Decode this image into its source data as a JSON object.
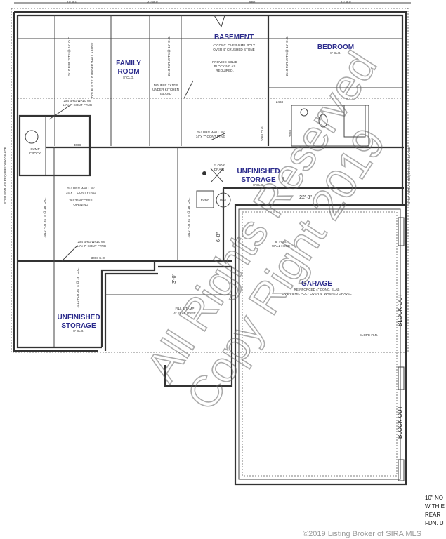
{
  "dimensions_top": [
    "3'0\"x6'0\"",
    "3'0\"x6'0\"",
    "3068",
    "3'0\"x6'0\""
  ],
  "rooms": {
    "basement": {
      "name": "BASEMENT",
      "notes": [
        "4\" CONC. OVER 6 MIL POLY",
        "OVER 4\" CRUSHED STONE"
      ]
    },
    "family_room": {
      "name1": "FAMILY",
      "name2": "ROOM",
      "ceiling": "8' CLG."
    },
    "bedroom": {
      "name": "BEDROOM",
      "ceiling": "8' CLG."
    },
    "unfinished_storage_center": {
      "name1": "UNFINISHED",
      "name2": "STORAGE",
      "ceiling": "8' CLG."
    },
    "unfinished_storage_left": {
      "name1": "UNFINISHED",
      "name2": "STORAGE",
      "ceiling": "8' CLG."
    },
    "garage": {
      "name": "GARAGE",
      "notes": [
        "REINFORCED 4\" CONC. SLAB",
        "OVER 6 MIL POLY OVER 4\" WASHED GRAVEL"
      ]
    }
  },
  "notes": {
    "blocking": [
      "PROVIDE SOLID",
      "BLOCKING AS",
      "REQUIRED."
    ],
    "double_2x10": [
      "DOUBLE 2X10'S",
      "UNDER KITCHEN",
      "ISLAND"
    ],
    "double_2x10_wall": "DOUBLE 2X10 UNDER WALL ABOVE",
    "brg_wall_1": [
      "2x4 BRG WALL W/",
      "14\"x 7\" CONT FTNG"
    ],
    "brg_wall_2": [
      "2x4 BRG WALL W/",
      "14\"x 7\" CONT FTNG"
    ],
    "brg_wall_3": [
      "2x4 BRG WALL W/",
      "14\"x 7\" CONT FTNG"
    ],
    "brg_wall_4": [
      "2x4 BRG WALL W/",
      "14\"x 7\" CONT FTNG"
    ],
    "access": [
      "36X36 ACCESS",
      "OPENING"
    ],
    "sump": [
      "SUMP",
      "CROCK"
    ],
    "floor_drain": [
      "FLOOR",
      "DRAIN"
    ],
    "furn": "FURN",
    "wh": "W.H.",
    "fdn_wall": [
      "8\" FDN.",
      "WALL HERE"
    ],
    "fill": [
      "FILL & TAMP",
      "4\" SLAB OVER"
    ],
    "slope": "SLOPE FLR.",
    "block_out_1": "BLOCK-OUT",
    "block_out_2": "BLOCK-OUT",
    "step_fdn_left": "STEP FDN. AS REQUIRED BY GRADE",
    "step_fdn_right": "STEP FDN. AS REQUIRED BY GRADE",
    "joists": "2x10 FLR JSTS @ 16\" O.C.",
    "dim_22": "22'-8\"",
    "dim_6": "6'-8\"",
    "dim_3": "3'-0\"",
    "dim_8": "8'-0\"",
    "door_3068": "3068",
    "door_2468": "2468",
    "sill": "3068 S.O.",
    "closet": "3068 CLG."
  },
  "side_note": [
    "10\" NO",
    "WITH E",
    "REAR",
    "FDN. U"
  ],
  "watermark": {
    "line1": "All Rights Reserved",
    "line2": "Copy Right 2019"
  },
  "footer": "©2019 Listing Broker of SIRA MLS"
}
